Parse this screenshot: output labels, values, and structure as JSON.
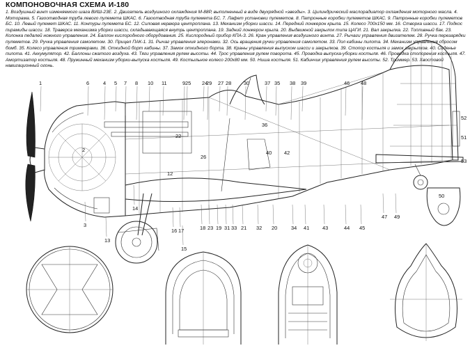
{
  "title": "КОМПОНОВОЧНАЯ СХЕМА И-180",
  "legend": [
    "1. Воздушный винт изменяемого шага ВИШ-23Е.",
    "2. Двигатель воздушного охлаждения М-88Р, выполненный в виде двухрядной «звезды».",
    "3. Цилиндрический маслорадиатор охлаждения моторного масла.",
    "4. Моторама.",
    "5. Газоотводная труба левого пулемета ШКАС.",
    "6. Газоотводная труба пулемета БС.",
    "7. Лафет установки пулеметов.",
    "8. Патронные коробки пулеметов ШКАС.",
    "9. Патронные коробки пулеметов БС.",
    "10. Левый пулемет ШКАС.",
    "11. Контуры пулемета БС.",
    "12. Силовая нервюра центроплана.",
    "13. Механизм уборки шасси.",
    "14. Передний лонжерон крыла.",
    "15. Колесо 700х150 мм.",
    "16. Створка шасси.",
    "17. Подкос пирамиды шасси.",
    "18. Траверса механизма уборки шасси, складывающаяся внутрь центроплана.",
    "19. Задний лонжерон крыла.",
    "20. Выдвижной закрылок типа ЦАГИ.",
    "21. Вал закрылка.",
    "22. Топливный бак.",
    "23. Колонка педалей ножного управления.",
    "24. Баллон кислородного оборудования.",
    "25. Кислородный прибор КПА-3.",
    "26. Кран управления воздушного винта.",
    "27. Рычаги управления двигателем.",
    "28. Ручка перезарядки пулеметов.",
    "29. Ручка управления самолетом.",
    "30. Прицел ПАК-1.",
    "31. Рычаг управления элеронами.",
    "32. Ось вращения ручки управления самолетом.",
    "33. Пол кабины пилота.",
    "34. Механизм управления сбросом бомб.",
    "35. Колесо управления триммерами.",
    "36. Откидной борт кабины.",
    "37. Замок откидного борта.",
    "38. Краны управления выпуском шасси и закрылков.",
    "39. Стопор костыля и замок закрылков.",
    "40. Сиденье пилота.",
    "41. Аккумулятор.",
    "42. Баллоны сжатого воздуха.",
    "43. Тяги управления рулем высоты.",
    "44. Трос управления рулем поворота.",
    "45. Проводка выпуска-уборки костыля.",
    "46. Проводка стопорения костыля.",
    "47. Амортизатор костыля.",
    "48. Пружинный механизм уборки-выпуска костыля.",
    "49. Костыльное колесо 200х80 мм.",
    "50. Ниша костыля.",
    "51. Кабинчик управления рулем высоты.",
    "52. Триммер.",
    "53. Хвостовой навигационный огонь."
  ],
  "callouts_top": [
    "1",
    "6",
    "4",
    "5",
    "7",
    "8",
    "10",
    "11",
    "9",
    "24",
    "25",
    "29",
    "27",
    "28",
    "30",
    "37",
    "35",
    "38",
    "39",
    "46",
    "48"
  ],
  "callouts_bottom": [
    "3",
    "13",
    "14",
    "16",
    "17",
    "15",
    "18",
    "23",
    "19",
    "31",
    "33",
    "21",
    "32",
    "20",
    "34",
    "41",
    "43",
    "44",
    "45",
    "47",
    "49"
  ],
  "callouts_body": [
    "2",
    "22",
    "12",
    "36",
    "26",
    "40",
    "42",
    "52",
    "51",
    "53",
    "50"
  ]
}
